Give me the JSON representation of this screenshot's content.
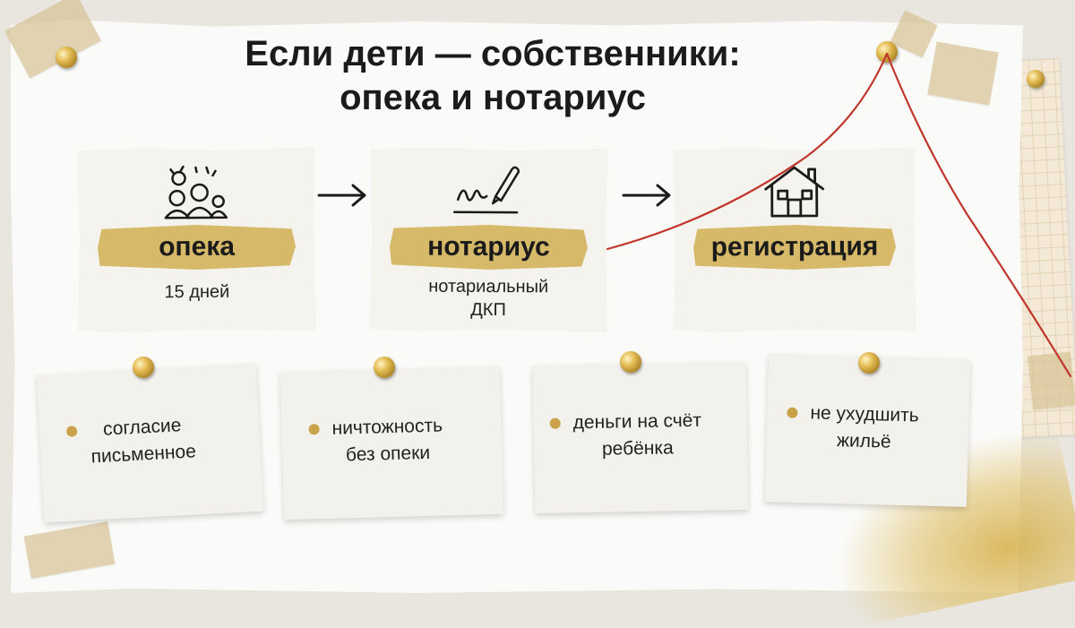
{
  "title": {
    "line1": "Если дети — собственники:",
    "line2": "опека и нотариус"
  },
  "steps": [
    {
      "icon": "family-icon",
      "label": "опека",
      "sub": "15 дней"
    },
    {
      "icon": "signature-pen-icon",
      "label": "нотариус",
      "sub": "нотариальный\nДКП"
    },
    {
      "icon": "house-icon",
      "label": "регистрация",
      "sub": ""
    }
  ],
  "notes": [
    {
      "text": "согласие\nписьменное"
    },
    {
      "text": "ничтожность\nбез опеки"
    },
    {
      "text": "деньги на счёт\nребёнка"
    },
    {
      "text": "не ухудшить\nжильё"
    }
  ],
  "colors": {
    "tape": "#d6b969",
    "string": "#c0362c",
    "bullet": "#c9a24a",
    "pin": "#e4bd55"
  }
}
